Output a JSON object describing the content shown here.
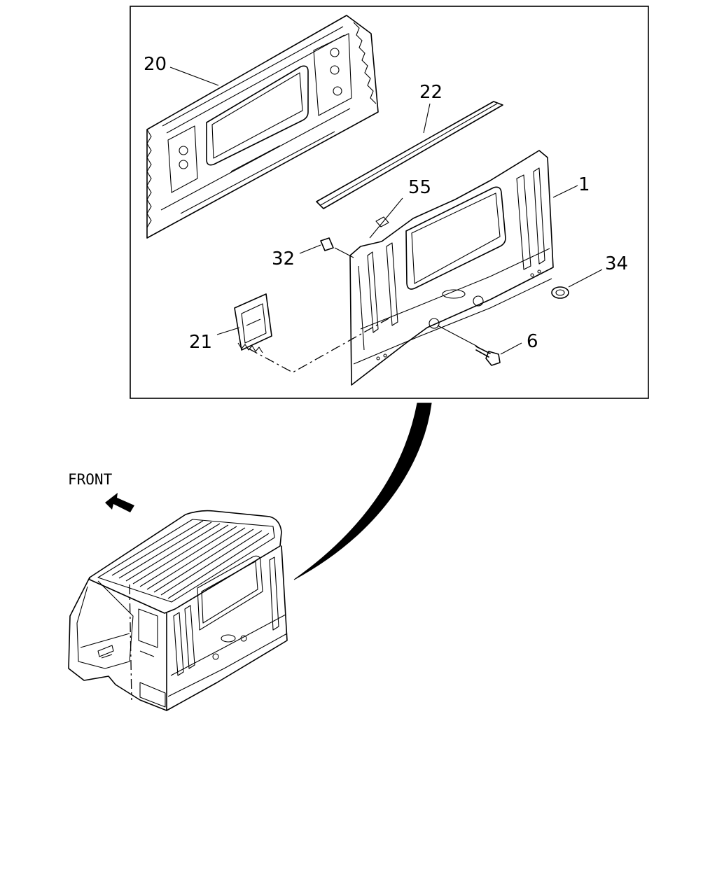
{
  "callouts": {
    "p20": "20",
    "p22": "22",
    "p55": "55",
    "p1": "1",
    "p32": "32",
    "p34": "34",
    "p21": "21",
    "p6": "6"
  },
  "front_label": "FRONT",
  "colors": {
    "ink": "#000000",
    "paper": "#ffffff"
  }
}
